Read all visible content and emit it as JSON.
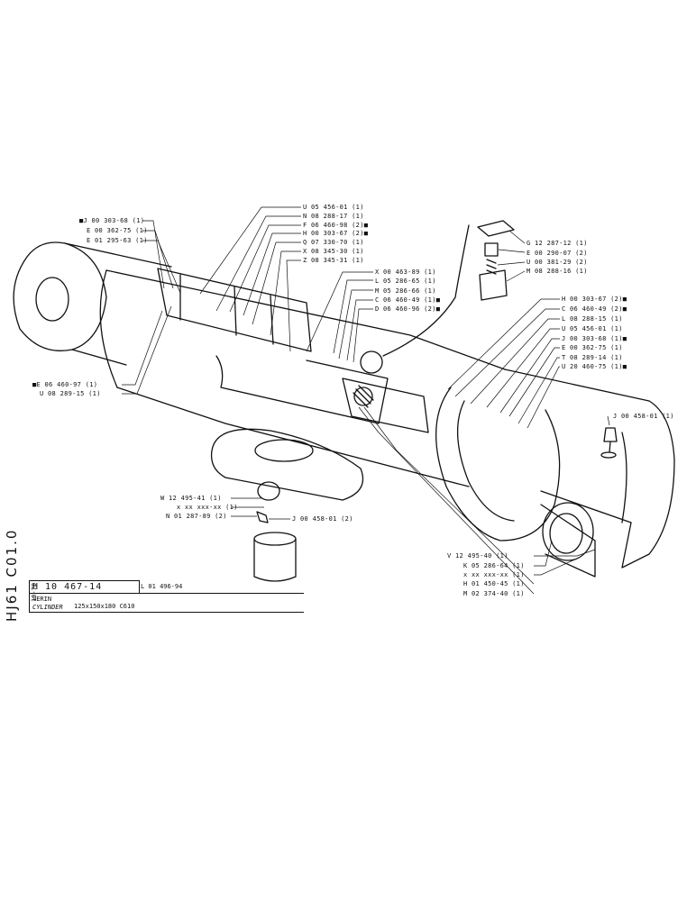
{
  "document": {
    "code": "HJ61 C01.0",
    "date": "10-79",
    "reference": "H 10 467-14",
    "alt_reference": "L 01 496-94",
    "name_fr": "VERIN",
    "name_en": "CYLINDER",
    "spec": "125x150x180   C610"
  },
  "callouts": {
    "top_center": [
      {
        "text": "U 05 456-01 (1)",
        "mark": ""
      },
      {
        "text": "N 08 288-17 (1)",
        "mark": ""
      },
      {
        "text": "F 06 460-98 (2)",
        "mark": "■"
      },
      {
        "text": "H 00 303-67 (2)",
        "mark": "■"
      },
      {
        "text": "Q 07 330-70 (1)",
        "mark": ""
      },
      {
        "text": "X 08 345-30 (1)",
        "mark": ""
      },
      {
        "text": "Z 08 345-31 (1)",
        "mark": ""
      }
    ],
    "top_left": [
      {
        "text": "J 00 303-68 (1)",
        "mark": "■"
      },
      {
        "text": "E 00 362-75 (1)",
        "mark": ""
      },
      {
        "text": "E 01 295-63 (1)",
        "mark": ""
      }
    ],
    "center": [
      {
        "text": "X 00 463-89 (1)",
        "mark": ""
      },
      {
        "text": "L 05 286-65 (1)",
        "mark": ""
      },
      {
        "text": "M 05 286-66 (1)",
        "mark": ""
      },
      {
        "text": "C 06 460-49 (1)",
        "mark": "■"
      },
      {
        "text": "D 06 460-96 (2)",
        "mark": "■"
      }
    ],
    "grease_detail": [
      {
        "text": "G 12 287-12 (1)",
        "mark": ""
      },
      {
        "text": "E 00 290-07 (2)",
        "mark": ""
      },
      {
        "text": "U 00 381-29 (2)",
        "mark": ""
      },
      {
        "text": "M 08 288-16 (1)",
        "mark": ""
      }
    ],
    "right": [
      {
        "text": "H 00 303-67 (2)",
        "mark": "■"
      },
      {
        "text": "C 06 460-49 (2)",
        "mark": "■"
      },
      {
        "text": "L 08 288-15 (1)",
        "mark": ""
      },
      {
        "text": "U 05 456-01 (1)",
        "mark": ""
      },
      {
        "text": "J 00 303-68 (1)",
        "mark": "■"
      },
      {
        "text": "E 00 362-75 (1)",
        "mark": ""
      },
      {
        "text": "T 08 289-14 (1)",
        "mark": ""
      },
      {
        "text": "U 20 460-75 (1)",
        "mark": "■"
      }
    ],
    "left_lower": [
      {
        "text": "E 06 460-97 (1)",
        "mark": "■"
      },
      {
        "text": "U 08 289-15 (1)",
        "mark": ""
      }
    ],
    "grease_nipple": {
      "text": "J 00 458-01 (1)",
      "mark": ""
    },
    "bottom_left": [
      {
        "text": "W 12 495-41 (1)",
        "mark": ""
      },
      {
        "text": "x xx xxx-xx (1)",
        "mark": ""
      },
      {
        "text": "N 01 287-89 (2)",
        "mark": ""
      }
    ],
    "bottom_nipple": {
      "text": "J 00 458-01 (2)",
      "mark": ""
    },
    "bottom_right": [
      {
        "text": "V 12 495-40 (1)",
        "mark": ""
      },
      {
        "text": "K 05 286-64 (1)",
        "mark": ""
      },
      {
        "text": "x xx xxx-xx (1)",
        "mark": ""
      },
      {
        "text": "H 01 450-45 (1)",
        "mark": ""
      },
      {
        "text": "M 02 374-40 (1)",
        "mark": ""
      }
    ]
  }
}
